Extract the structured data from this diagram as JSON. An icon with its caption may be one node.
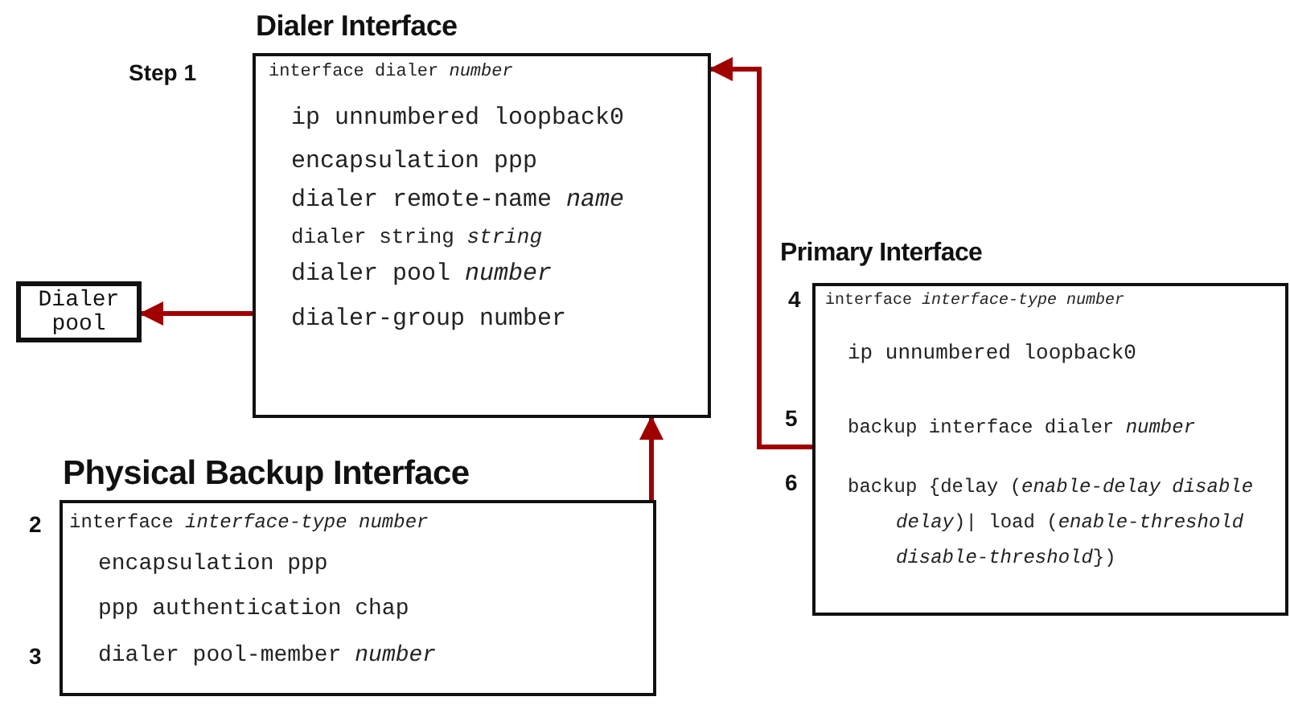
{
  "diagram": {
    "nodes": [
      {
        "text": [
          "Dialer Interface",
          "interface dialer *number*",
          "ip unnumbered loopback0",
          "encapsulation ppp",
          "dialer remote-name *name*",
          "dialer string *string*",
          "dialer pool *number*",
          "dialer-group number"
        ]
      },
      {
        "text": [
          "Dialer pool"
        ]
      },
      {
        "text": [
          "Physical Backup Interface",
          "interface *interface-type number*",
          "encapsulation ppp",
          "ppp authentication chap",
          "dialer pool-member *number*"
        ]
      },
      {
        "text": [
          "Primary Interface",
          "interface *interface-type number*",
          "ip unnumbered loopback0",
          "backup interface dialer *number*",
          "backup {delay (*enable-delay disable delay*)| load (*enable-threshold disable-threshold*})"
        ]
      }
    ],
    "edges": [
      {
        "from": 0,
        "to": 1,
        "arrow": "to"
      },
      {
        "from": 2,
        "to": 0,
        "arrow": "to"
      },
      {
        "from": 3,
        "to": 0,
        "arrow": "to"
      }
    ],
    "labels": [
      "Step 1",
      "2",
      "3",
      "4",
      "5",
      "6"
    ]
  }
}
